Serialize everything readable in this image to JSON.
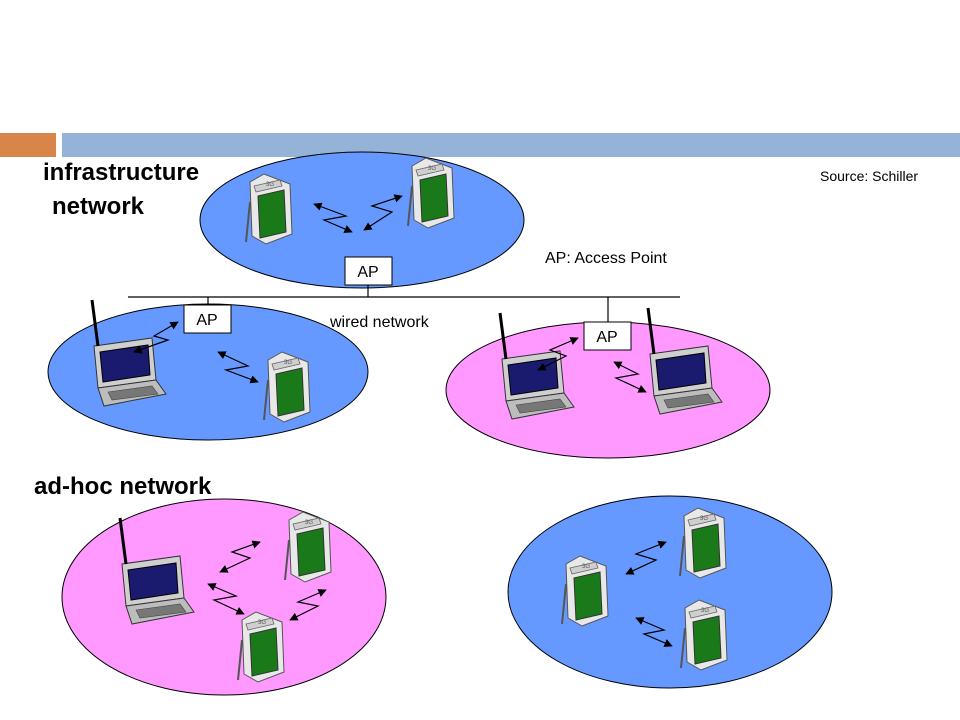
{
  "header": {
    "source": "Source: Schiller",
    "accent_color": "#d9854a",
    "band_color": "#95b3d7"
  },
  "infrastructure": {
    "title_line1": "infrastructure",
    "title_line2": "network",
    "legend": "AP: Access Point",
    "wired_label": "wired network",
    "ap_label": "AP"
  },
  "adhoc": {
    "title": "ad-hoc network"
  },
  "colors": {
    "blue_cell": "#6699ff",
    "pink_cell": "#ff99ff",
    "pda_screen": "#1a7a1a",
    "laptop_screen": "#1a1a6e"
  }
}
